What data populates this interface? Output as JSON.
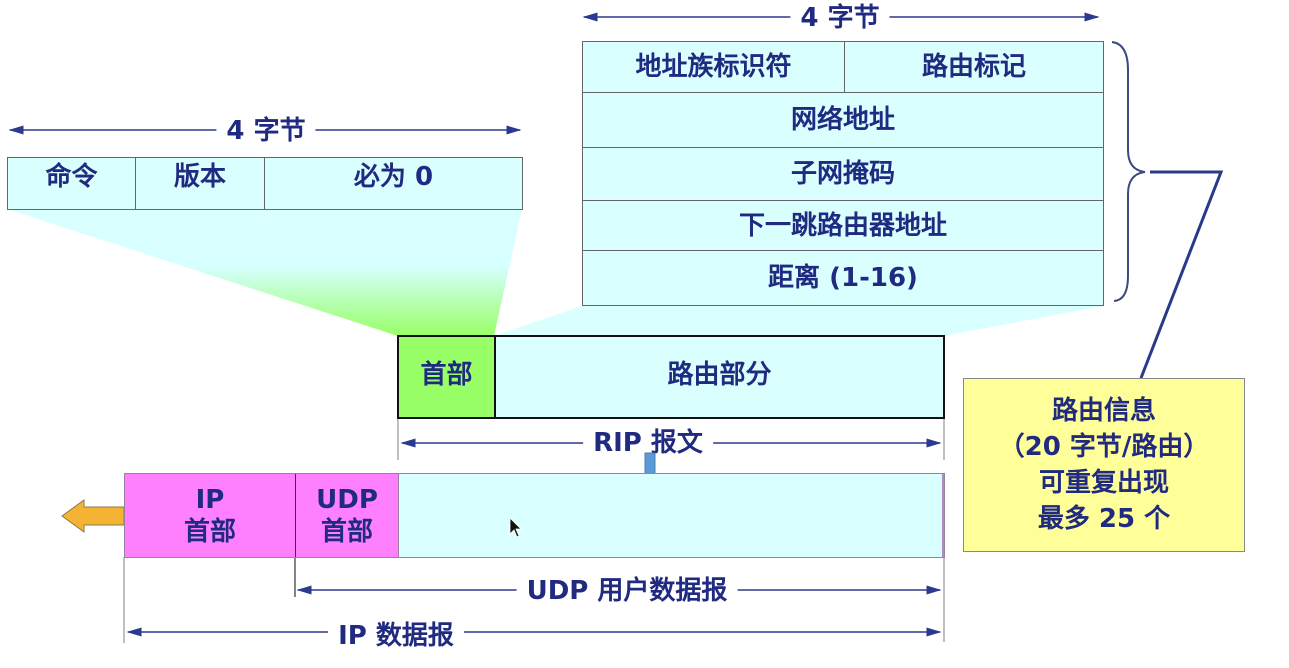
{
  "colors": {
    "cell_fill": "#daffff",
    "header_green": "#99ff66",
    "header_magenta": "#ff80ff",
    "note_yellow": "#ffff99",
    "text_navy": "#1f2a80",
    "arrow_orange": "#f5b333",
    "arrow_blue": "#5b9bd5"
  },
  "rip_header_format": {
    "width_label": "4 字节",
    "fields": [
      "命令",
      "版本",
      "必为 0"
    ]
  },
  "route_entry_format": {
    "width_label": "4 字节",
    "row1": [
      "地址族标识符",
      "路由标记"
    ],
    "rows": [
      "网络地址",
      "子网掩码",
      "下一跳路由器地址",
      "距离 (1-16)"
    ]
  },
  "rip_message": {
    "header_label": "首部",
    "body_label": "路由部分",
    "span_label": "RIP 报文"
  },
  "ip_datagram": {
    "ip_header_line1": "IP",
    "ip_header_line2": "首部",
    "udp_header_line1": "UDP",
    "udp_header_line2": "首部",
    "udp_span_label": "UDP 用户数据报",
    "ip_span_label": "IP 数据报"
  },
  "note": {
    "lines": [
      "路由信息",
      "（20 字节/路由）",
      "可重复出现",
      "最多 25 个"
    ]
  }
}
